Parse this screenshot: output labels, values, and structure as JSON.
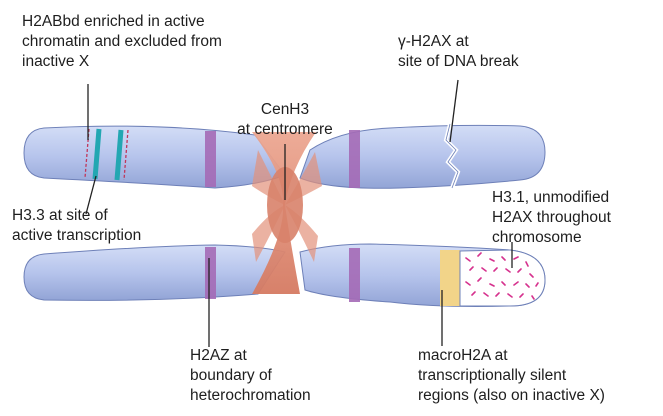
{
  "labels": {
    "h2abbd": [
      "H2ABbd enriched in active",
      "chromatin and excluded from",
      "inactive X"
    ],
    "gamma_h2ax": [
      "γ-H2AX at",
      "site of DNA break"
    ],
    "cenh3": [
      "CenH3",
      "at centromere"
    ],
    "h33": [
      "H3.3 at site of",
      "active transcription"
    ],
    "h31": [
      "H3.1, unmodified",
      "H2AX throughout",
      "chromosome"
    ],
    "h2az": [
      "H2AZ at",
      "boundary of",
      "heterochromation"
    ],
    "macroh2a": [
      "macroH2A at",
      "transcriptionally silent",
      "regions (also on inactive X)"
    ]
  },
  "colors": {
    "arm": "#b6c4ec",
    "arm_outline": "#6e80b8",
    "heterochromatin": "#9a9fbd",
    "centromere": "#e2917a",
    "h2az_band": "#a46ab6",
    "h33_band": "#23a7b2",
    "macroh2a_band": "#f2d489",
    "h31_dots": "#d6328e",
    "leader": "#222222"
  }
}
